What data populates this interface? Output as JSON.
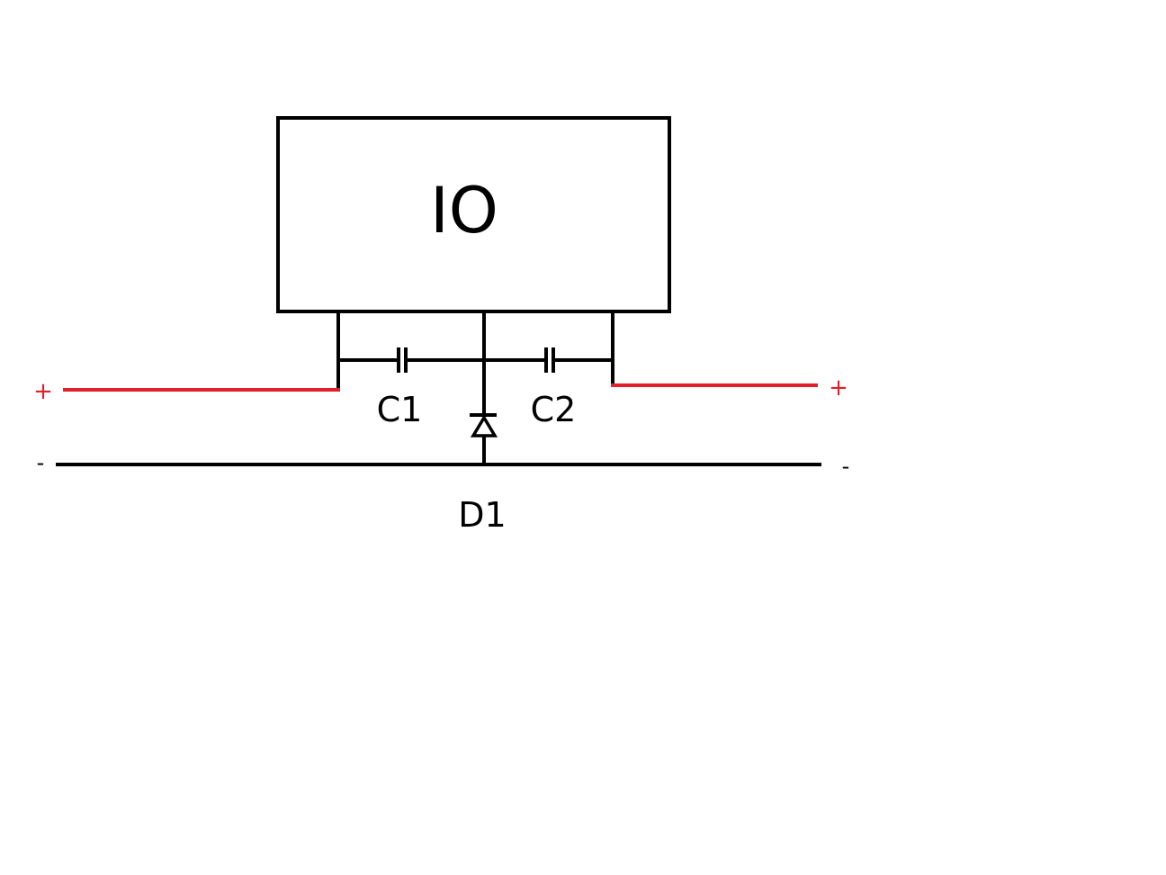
{
  "diagram": {
    "block_label": "IO",
    "capacitor_1_label": "C1",
    "capacitor_2_label": "C2",
    "diode_label": "D1",
    "left_positive_label": "+",
    "right_positive_label": "+",
    "left_negative_label": "-",
    "right_negative_label": "-"
  },
  "colors": {
    "wire": "#000000",
    "positive_wire": "#e0202a",
    "background": "#ffffff"
  }
}
